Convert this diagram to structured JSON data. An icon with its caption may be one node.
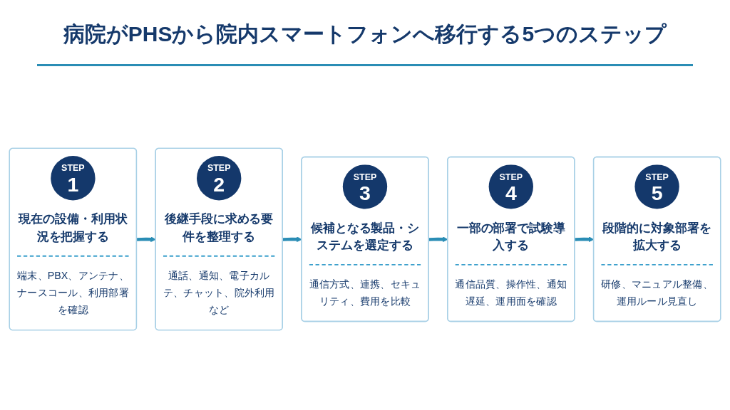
{
  "diagram": {
    "title": "病院がPHSから院内スマートフォンへ移行する5つのステップ",
    "nodes": [
      {
        "text": [
          "STEP",
          "1",
          "現在の設備・利用状況を把握する",
          "端末、PBX、アンテナ、ナースコール、利用部署を確認"
        ]
      },
      {
        "text": [
          "STEP",
          "2",
          "後継手段に求める要件を整理する",
          "通話、通知、電子カルテ、チャット、院外利用など"
        ]
      },
      {
        "text": [
          "STEP",
          "3",
          "候補となる製品・システムを選定する",
          "通信方式、連携、セキュリティ、費用を比較"
        ]
      },
      {
        "text": [
          "STEP",
          "4",
          "一部の部署で試験導入する",
          "通信品質、操作性、通知遅延、運用面を確認"
        ]
      },
      {
        "text": [
          "STEP",
          "5",
          "段階的に対象部署を拡大する",
          "研修、マニュアル整備、運用ルール見直し"
        ]
      }
    ],
    "edges": [
      {
        "from": 0,
        "to": 1,
        "arrow": "to"
      },
      {
        "from": 1,
        "to": 2,
        "arrow": "to"
      },
      {
        "from": 2,
        "to": 3,
        "arrow": "to"
      },
      {
        "from": 3,
        "to": 4,
        "arrow": "to"
      }
    ]
  }
}
